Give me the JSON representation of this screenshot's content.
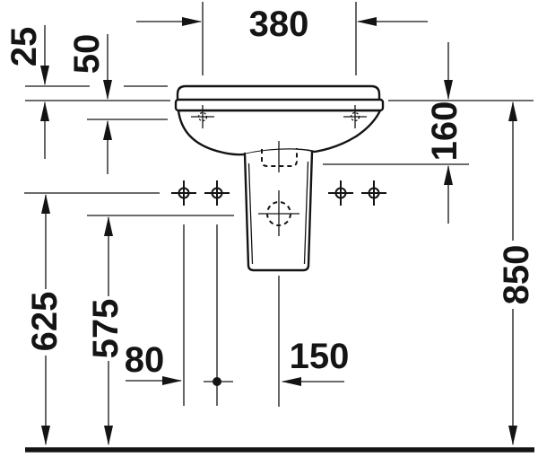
{
  "dimensions": {
    "fixing_hole_width": "380",
    "rim_thickness": "25",
    "rim_to_fixing": "50",
    "rim_to_outlet": "160",
    "fixing_height": "625",
    "tap_connection_height": "575",
    "tap_offset": "80",
    "tap_to_center": "150",
    "rim_height": "850"
  },
  "colors": {
    "line": "#141414",
    "background": "#ffffff"
  }
}
